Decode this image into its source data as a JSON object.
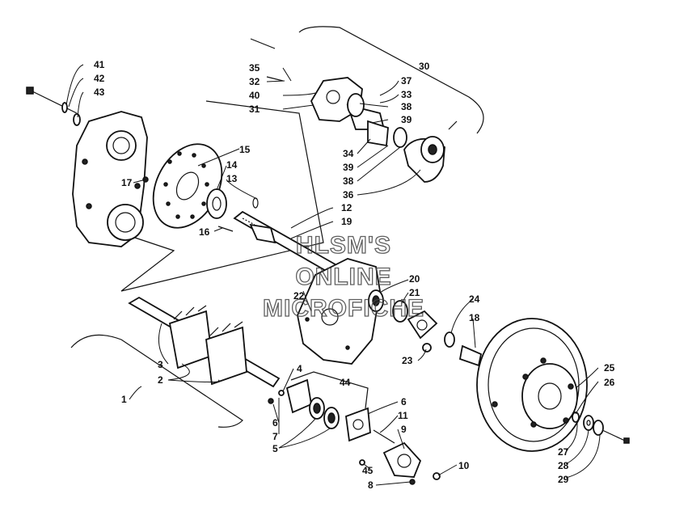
{
  "watermark": {
    "line1": "HLSM'S",
    "line2": "ONLINE",
    "line3": "MICROFICHE"
  },
  "callouts": [
    "1",
    "2",
    "3",
    "4",
    "5",
    "6",
    "7",
    "8",
    "9",
    "10",
    "11",
    "12",
    "13",
    "14",
    "15",
    "16",
    "17",
    "18",
    "19",
    "20",
    "21",
    "22",
    "23",
    "24",
    "25",
    "26",
    "27",
    "28",
    "29",
    "30",
    "31",
    "32",
    "33",
    "34",
    "35",
    "36",
    "37",
    "38",
    "39",
    "40",
    "41",
    "42",
    "43",
    "44",
    "45"
  ],
  "colors": {
    "line": "#111111",
    "background": "#ffffff"
  }
}
